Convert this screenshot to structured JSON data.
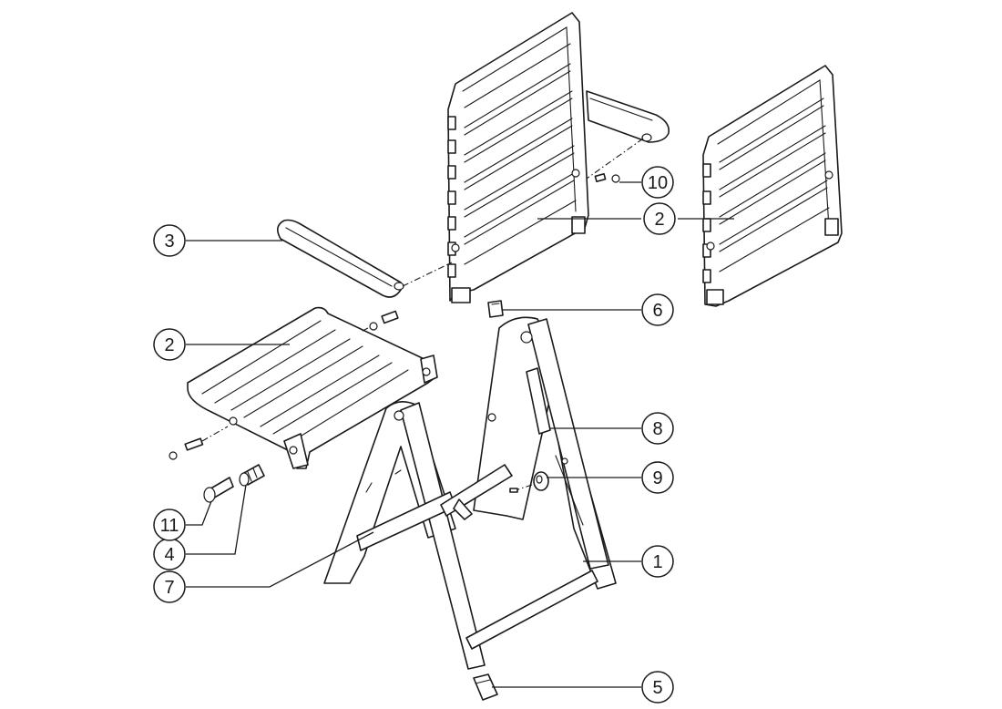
{
  "diagram": {
    "callouts": [
      {
        "id": "c1",
        "label": "1"
      },
      {
        "id": "c2a",
        "label": "2"
      },
      {
        "id": "c2b",
        "label": "2"
      },
      {
        "id": "c3",
        "label": "3"
      },
      {
        "id": "c4",
        "label": "4"
      },
      {
        "id": "c5",
        "label": "5"
      },
      {
        "id": "c6",
        "label": "6"
      },
      {
        "id": "c7",
        "label": "7"
      },
      {
        "id": "c8",
        "label": "8"
      },
      {
        "id": "c9",
        "label": "9"
      },
      {
        "id": "c10",
        "label": "10"
      },
      {
        "id": "c11",
        "label": "11"
      }
    ]
  }
}
